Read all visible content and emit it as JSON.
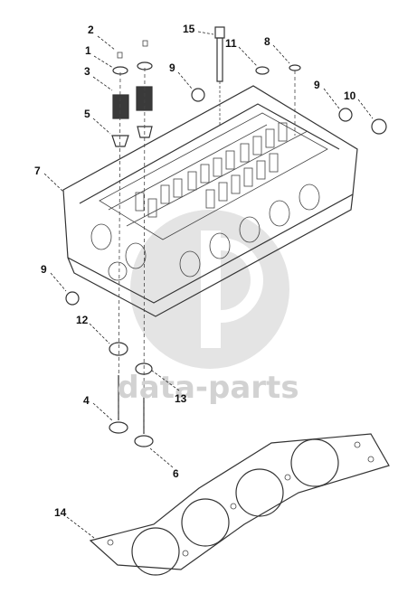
{
  "watermark": {
    "text": "data-parts"
  },
  "colors": {
    "line": "#333333",
    "watermark": "#d2d2d2",
    "background": "#ffffff"
  },
  "callouts": [
    {
      "id": "c1",
      "label": "1"
    },
    {
      "id": "c2",
      "label": "2"
    },
    {
      "id": "c3",
      "label": "3"
    },
    {
      "id": "c4",
      "label": "4"
    },
    {
      "id": "c5",
      "label": "5"
    },
    {
      "id": "c6",
      "label": "6"
    },
    {
      "id": "c7",
      "label": "7"
    },
    {
      "id": "c8",
      "label": "8"
    },
    {
      "id": "c9a",
      "label": "9"
    },
    {
      "id": "c9b",
      "label": "9"
    },
    {
      "id": "c9c",
      "label": "9"
    },
    {
      "id": "c10",
      "label": "10"
    },
    {
      "id": "c11",
      "label": "11"
    },
    {
      "id": "c12",
      "label": "12"
    },
    {
      "id": "c13",
      "label": "13"
    },
    {
      "id": "c14",
      "label": "14"
    },
    {
      "id": "c15",
      "label": "15"
    }
  ]
}
